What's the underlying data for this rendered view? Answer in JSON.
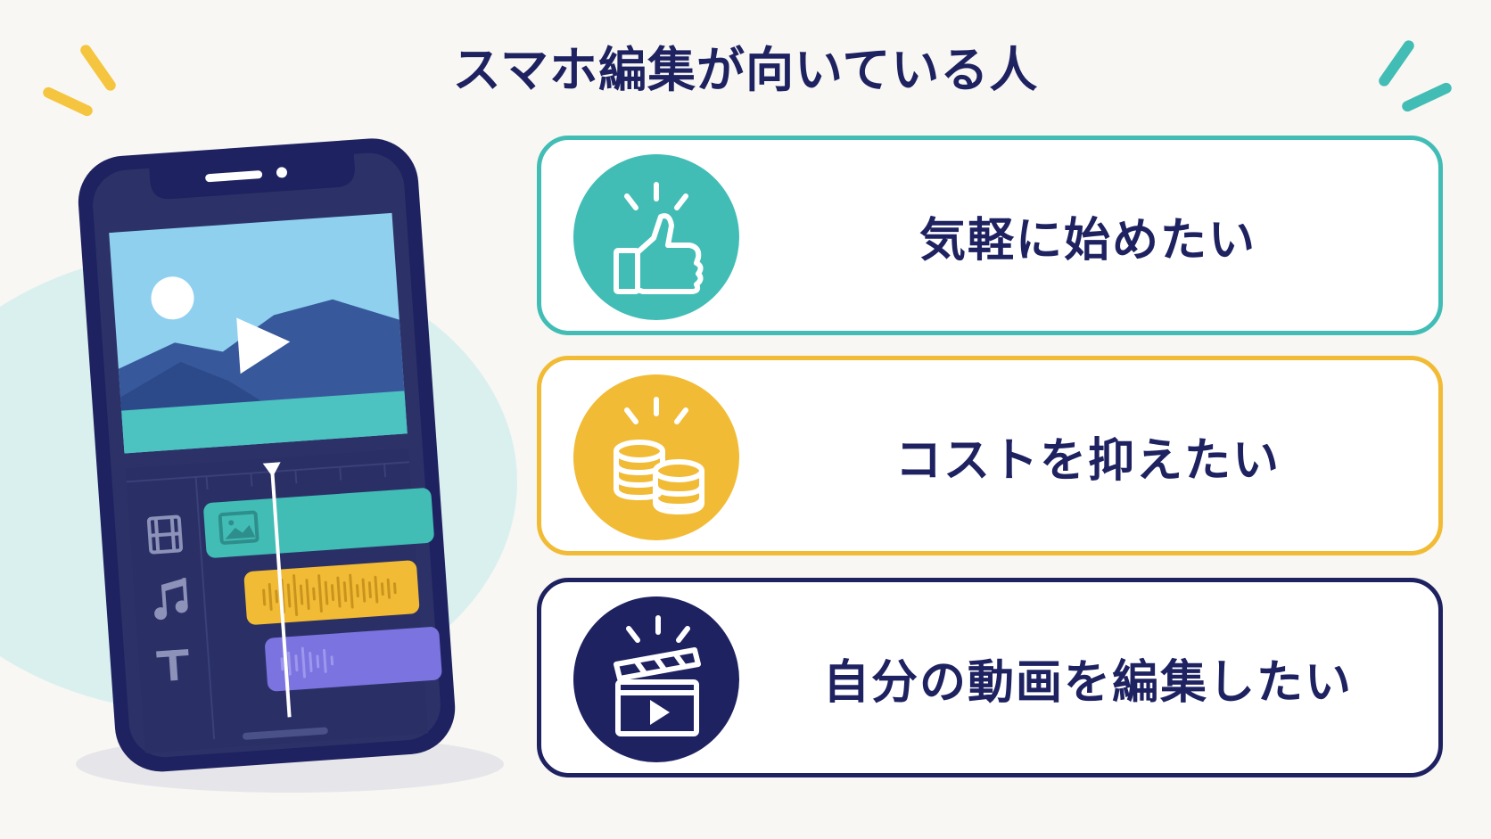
{
  "title": "スマホ編集が向いている人",
  "colors": {
    "background": "#f8f7f3",
    "navy": "#1e2260",
    "teal": "#41bdb5",
    "yellow": "#f2bb35",
    "purple": "#7b73e0"
  },
  "phone": {
    "icons": [
      "film-icon",
      "music-note-icon",
      "text-icon",
      "image-icon",
      "play-icon",
      "audio-waveform-icon"
    ]
  },
  "cards": [
    {
      "label": "気軽に始めたい",
      "icon": "thumbs-up-icon",
      "color": "#41bdb5"
    },
    {
      "label": "コストを抑えたい",
      "icon": "coins-icon",
      "color": "#f2bb35"
    },
    {
      "label": "自分の動画を編集したい",
      "icon": "clapperboard-icon",
      "color": "#1e2260"
    }
  ]
}
